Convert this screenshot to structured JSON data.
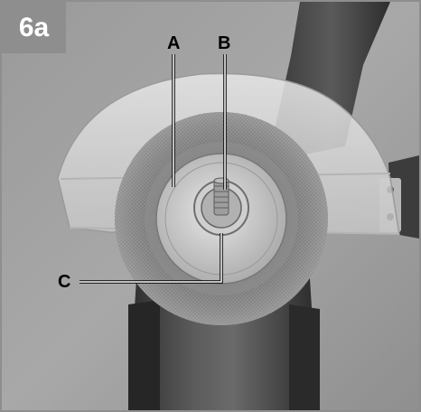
{
  "figure": {
    "badge_label": "6a",
    "callouts": {
      "a": "A",
      "b": "B",
      "c": "C"
    }
  },
  "colors": {
    "frame": "#8e8e8e",
    "badge_bg": "#8e8e8e",
    "badge_text": "#ffffff",
    "leader_line": "#ffffff"
  }
}
